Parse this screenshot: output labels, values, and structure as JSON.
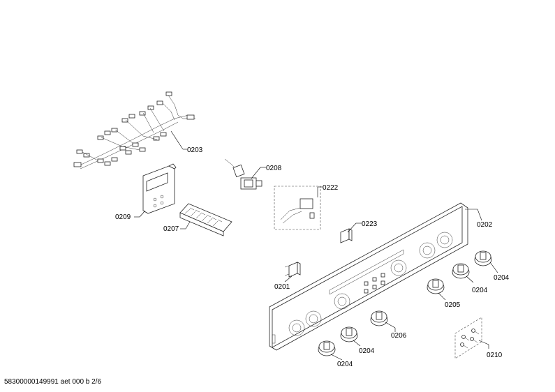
{
  "labels": {
    "p0203": "0203",
    "p0208": "0208",
    "p0222": "0222",
    "p0209": "0209",
    "p0207": "0207",
    "p0223": "0223",
    "p0202": "0202",
    "p0201": "0201",
    "p0204a": "0204",
    "p0204b": "0204",
    "p0205": "0205",
    "p0206": "0206",
    "p0204c": "0204",
    "p0204d": "0204",
    "p0210": "0210"
  },
  "footer": "58300000149991 aet 000 b 2/6"
}
